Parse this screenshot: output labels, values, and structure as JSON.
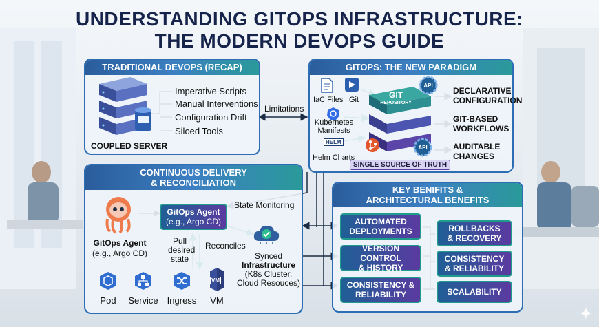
{
  "title_line1": "UNDERSTANDING GITOPS INFRASTRUCTURE:",
  "title_line2": "THE MODERN DEVOPS GUIDE",
  "traditional": {
    "header": "TRADITIONAL DEVOPS (RECAP)",
    "items": [
      "Imperative Scripts",
      "Manual Interventions",
      "Configuration Drift",
      "Siloed Tools"
    ],
    "server_label": "COUPLED SERVER"
  },
  "limitations_label": "Limitations",
  "gitops": {
    "header": "GITOPS: THE NEW PARADIGM",
    "iac_label": "IaC Files",
    "git_label": "Git",
    "k8s_label_1": "Kubernetes",
    "k8s_label_2": "Manifests",
    "helm_badge": "HELM",
    "helm_label": "Helm Charts",
    "repo_line1": "GIT",
    "repo_line2": "REPOSITORY",
    "api_label": "API",
    "sst_label": "SINGLE SOURCE OF TRUTH",
    "features": [
      {
        "l1": "DECLARATIVE",
        "l2": "CONFIGURATION"
      },
      {
        "l1": "GIT-BASED",
        "l2": "WORKFLOWS"
      },
      {
        "l1": "AUDITABLE",
        "l2": "CHANGES"
      }
    ]
  },
  "cd": {
    "header_line1": "CONTINUOUS DELIVERY",
    "header_line2": "& RECONCILIATION",
    "agent_label": "GitOps Agent",
    "agent_sub": "(e.g., Argo CD)",
    "agent_box_l1": "GitOps Agent",
    "agent_box_l2": "(e.g., Argo CD)",
    "state_monitoring": "State Monitoring",
    "pull_l1": "Pull",
    "pull_l2": "desired",
    "pull_l3": "state",
    "reconciles": "Reconciles",
    "synced_l1": "Synced",
    "synced_l2": "Infrastructure",
    "synced_l3": "(K8s Cluster,",
    "synced_l4": "Cloud Resouces)",
    "resources": [
      "Pod",
      "Service",
      "Ingress",
      "VM"
    ],
    "vm_badge": "VM"
  },
  "benefits": {
    "header_line1": "KEY BENIFITS &",
    "header_line2": "ARCHITECTURAL BENEFITS",
    "left": [
      {
        "l1": "AUTOMATED",
        "l2": "DEPLOYMENTS"
      },
      {
        "l1": "VERSION CONTROL",
        "l2": "& HISTORY"
      },
      {
        "l1": "CONSISTENCY &",
        "l2": "RELIABILITY"
      }
    ],
    "right": [
      {
        "l1": "ROLLBACKS",
        "l2": "& RECOVERY"
      },
      {
        "l1": "CONSISTENCY",
        "l2": "& RELIABILITY"
      },
      {
        "l1": "SCALABILITY",
        "l2": ""
      }
    ]
  },
  "colors": {
    "title": "#16234a",
    "panel_border": "#2d6db3",
    "teal": "#1f9c8c",
    "purple": "#5b3aa0",
    "navy": "#1f5f96"
  }
}
